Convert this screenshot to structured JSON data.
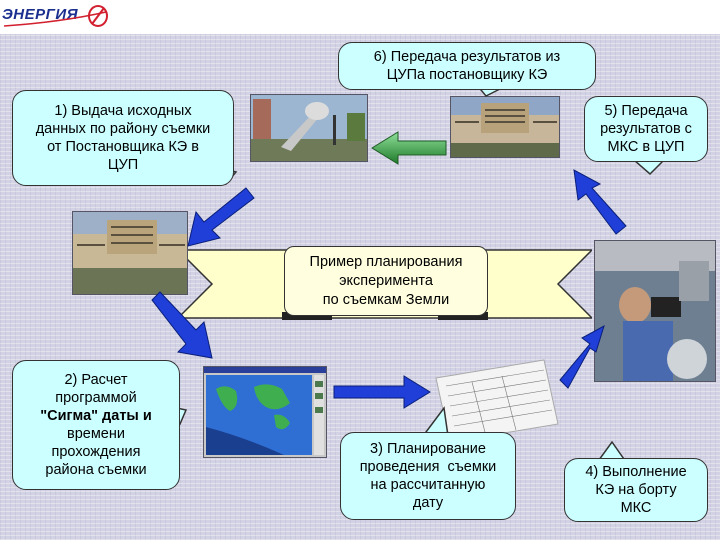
{
  "header": {
    "logo_text": "ЭНЕРГИЯ"
  },
  "center": {
    "line1": "Пример планирования",
    "line2": "эксперимента",
    "line3": "по съемкам Земли"
  },
  "steps": {
    "s1": [
      "1) Выдача исходных",
      "данных по району съемки",
      "от Постановщика КЭ в",
      "ЦУП"
    ],
    "s2": [
      "2) Расчет",
      "программой",
      "\"Сигма\" даты и",
      "времени",
      "прохождения",
      "района съемки"
    ],
    "s3": [
      "3) Планирование",
      "проведения  съемки",
      "на рассчитанную",
      "дату"
    ],
    "s4": [
      "4) Выполнение",
      "КЭ на борту",
      "МКС"
    ],
    "s5": [
      "5) Передача",
      "результатов с",
      "МКС в ЦУП"
    ],
    "s6": [
      "6) Передача результатов из",
      "ЦУПа постановщику КЭ"
    ]
  },
  "colors": {
    "callout_fill": "#ccffff",
    "banner_fill": "#ffffcc",
    "arrow_blue": "#1f3fd8",
    "arrow_green": "#2e9a3a",
    "logo_blue": "#1b2f8f",
    "logo_red": "#d2202f"
  },
  "icons": [
    "energia-logo-icon",
    "monument-photo",
    "building-photo",
    "world-map-screen",
    "flight-plan-document",
    "astronaut-photo"
  ]
}
